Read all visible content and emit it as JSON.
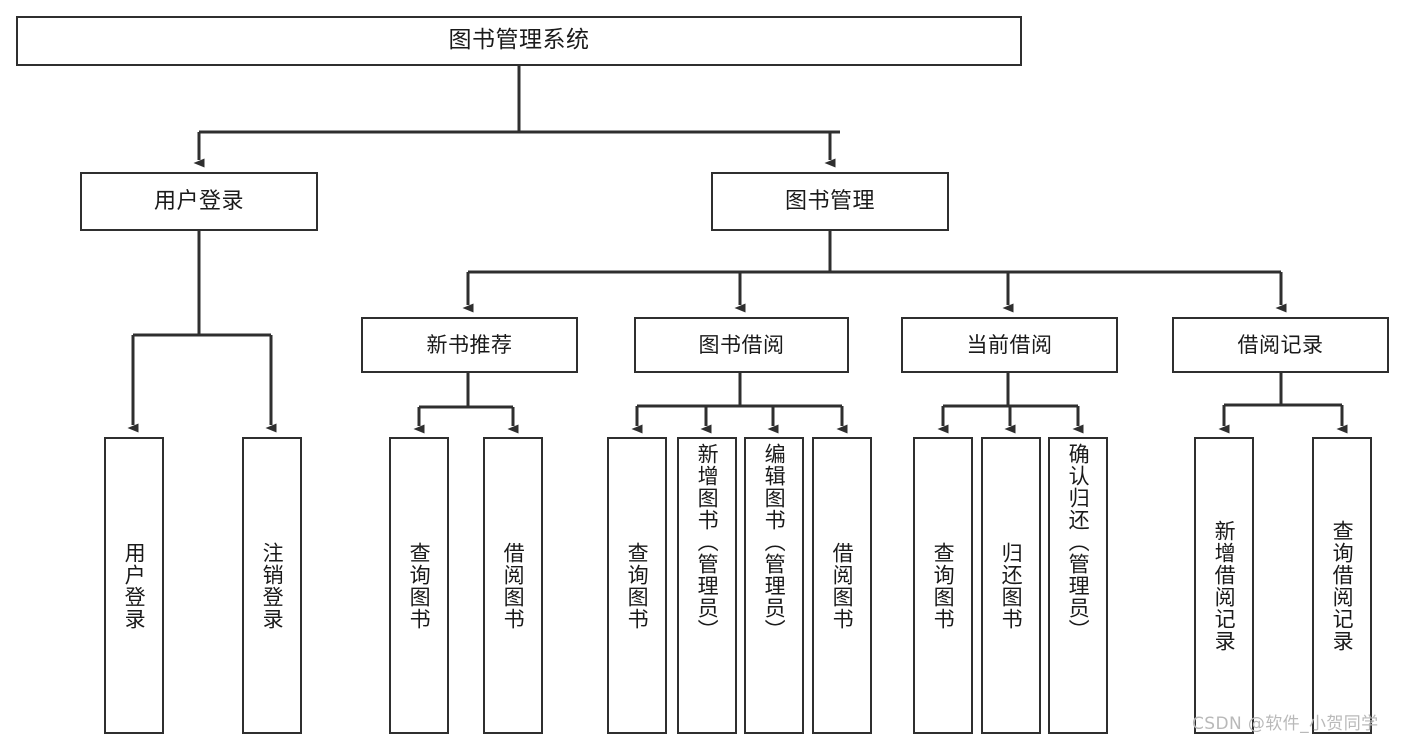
{
  "diagram": {
    "type": "hierarchy-tree",
    "title": "图书管理系统",
    "watermark": "CSDN @软件_小贺同学",
    "colors": {
      "background": "#ffffff",
      "stroke": "#2f2f2f",
      "text": "#1a1a1a",
      "watermark": "#b9b9b9"
    },
    "root": {
      "label": "图书管理系统"
    },
    "level2": [
      {
        "label": "用户登录"
      },
      {
        "label": "图书管理"
      }
    ],
    "level3": [
      {
        "label": "新书推荐"
      },
      {
        "label": "图书借阅"
      },
      {
        "label": "当前借阅"
      },
      {
        "label": "借阅记录"
      }
    ],
    "leaves": {
      "user_login": [
        {
          "label": "用户登录"
        },
        {
          "label": "注销登录"
        }
      ],
      "new_book_recommend": [
        {
          "label": "查询图书"
        },
        {
          "label": "借阅图书"
        }
      ],
      "book_borrow": [
        {
          "label": "查询图书"
        },
        {
          "label": "新增图书（管理员）"
        },
        {
          "label": "编辑图书（管理员）"
        },
        {
          "label": "借阅图书"
        }
      ],
      "current_borrow": [
        {
          "label": "查询图书"
        },
        {
          "label": "归还图书"
        },
        {
          "label": "确认归还（管理员）"
        }
      ],
      "borrow_records": [
        {
          "label": "新增借阅记录"
        },
        {
          "label": "查询借阅记录"
        }
      ]
    }
  }
}
